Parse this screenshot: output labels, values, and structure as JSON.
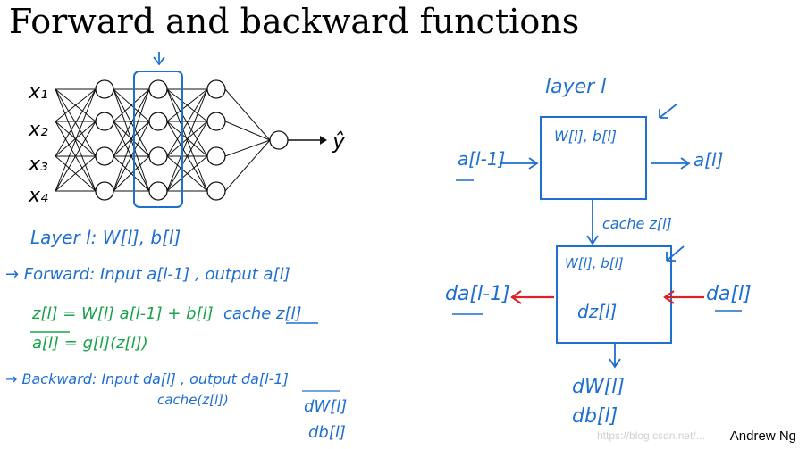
{
  "slide": {
    "title": "Forward and backward functions",
    "author": "Andrew Ng",
    "watermark": "https://blog.csdn.net/..."
  },
  "network": {
    "inputs": [
      "x₁",
      "x₂",
      "x₃",
      "x₄"
    ],
    "output": "ŷ"
  },
  "notes": {
    "layer_line": "Layer l:  W[l], b[l]",
    "forward_line": "→ Forward: Input a[l-1] , output a[l]",
    "eq1": "z[l] = W[l] a[l-1] + b[l]",
    "eq2": "a[l] = g[l](z[l])",
    "cache_text": "cache z[l]",
    "backward_line": "→ Backward: Input da[l] , output da[l-1]",
    "backward_cache": "cache(z[l])",
    "dW": "dW[l]",
    "db": "db[l]"
  },
  "diagram": {
    "layer_title": "layer l",
    "in_label": "a[l-1]",
    "out_label": "a[l]",
    "forward_box": "W[l], b[l]",
    "cache_label": "cache  z[l]",
    "backward_box_top": "W[l], b[l]",
    "backward_box_mid": "dz[l]",
    "da_in": "da[l]",
    "da_out": "da[l-1]",
    "dW_out": "dW[l]",
    "db_out": "db[l]"
  }
}
